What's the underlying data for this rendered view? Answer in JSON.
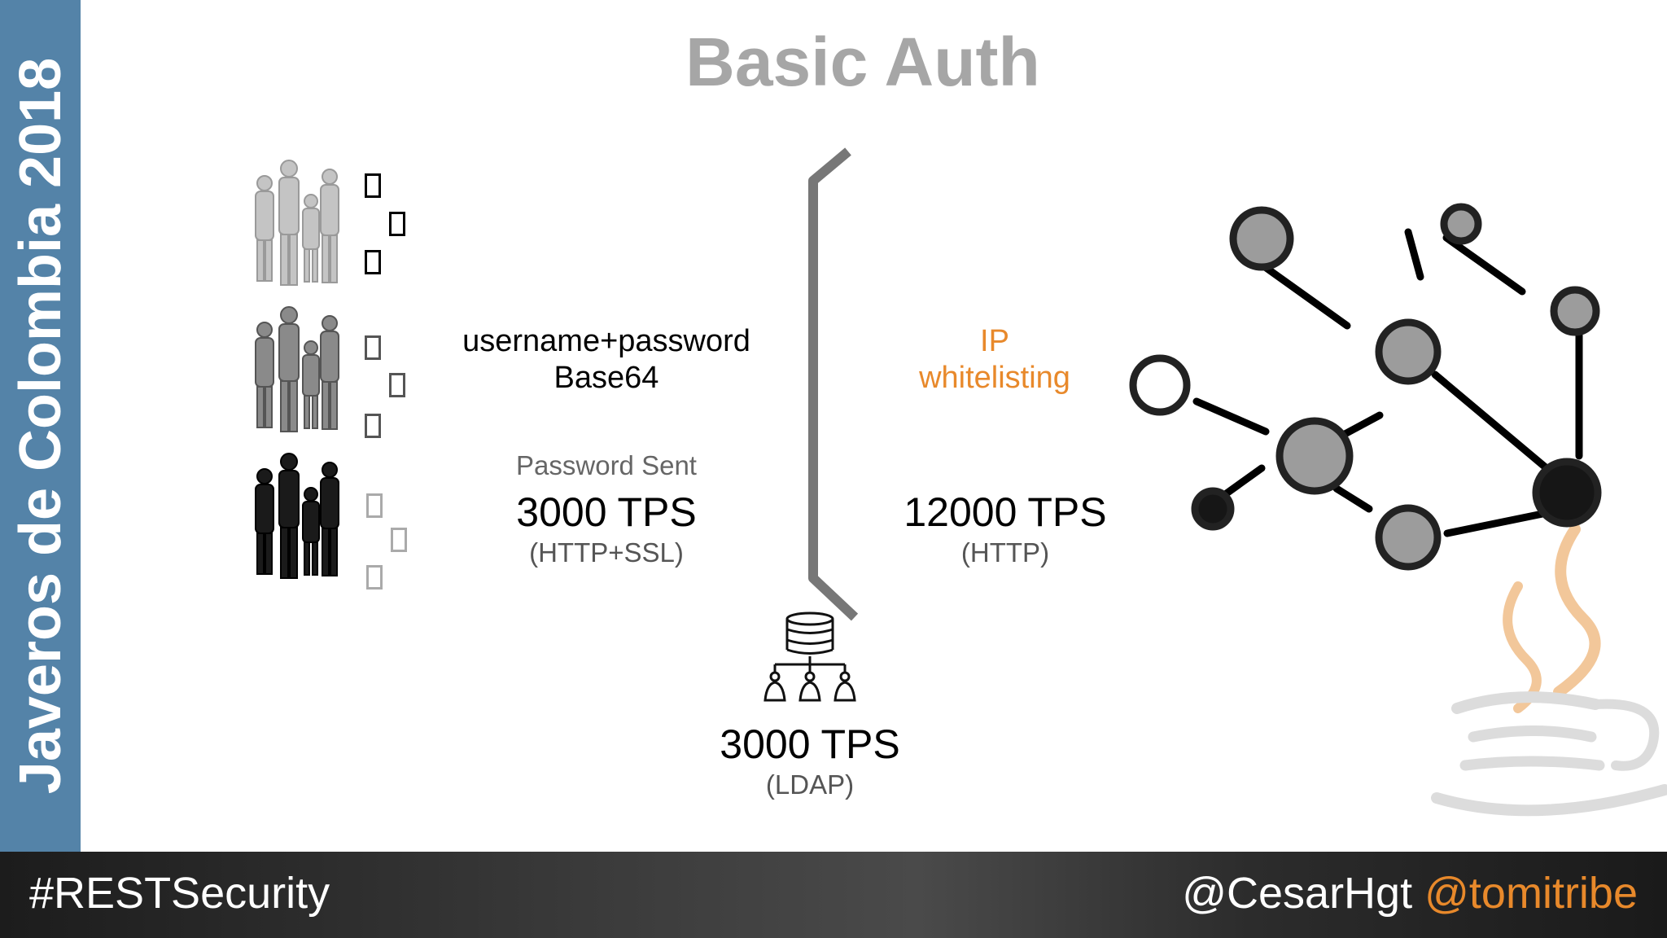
{
  "sidebar": {
    "text": "Javeros de Colombia 2018"
  },
  "slide": {
    "title": "Basic Auth",
    "client_auth": {
      "line1": "username+password",
      "line2": "Base64"
    },
    "client_perf": {
      "label": "Password Sent",
      "value": "3000 TPS",
      "protocol": "(HTTP+SSL)"
    },
    "server_auth": {
      "line1": "IP",
      "line2": "whitelisting"
    },
    "server_perf": {
      "value": "12000 TPS",
      "protocol": "(HTTP)"
    },
    "ldap_perf": {
      "value": "3000 TPS",
      "protocol": "(LDAP)"
    },
    "icons": {
      "client_groups": "people-group-icon",
      "packets": "data-packet-icon",
      "firewall": "wall-icon",
      "directory": "ldap-directory-icon",
      "network": "network-nodes-icon",
      "java": "java-cup-icon"
    }
  },
  "footer": {
    "hashtag": "#RESTSecurity",
    "handle1": "@CesarHgt",
    "handle2": "@tomitribe"
  },
  "colors": {
    "sidebar": "#5483a8",
    "title": "#a6a6a6",
    "accent": "#e8892b",
    "footer": "#2a2a2a"
  }
}
